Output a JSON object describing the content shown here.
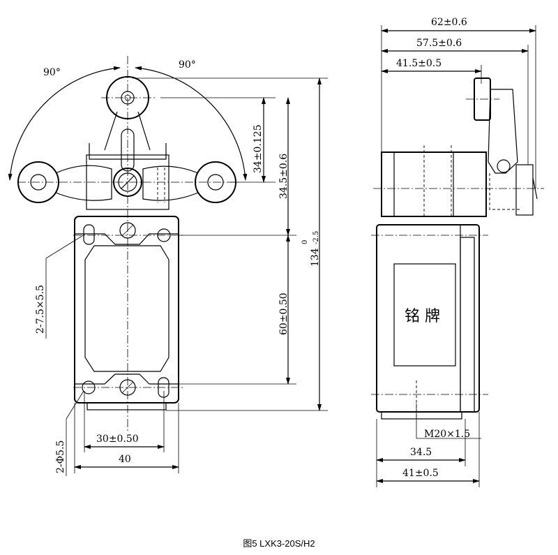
{
  "caption": "图5  LXK3-20S/H2",
  "front_view": {
    "angle_left": "90°",
    "angle_right": "90°",
    "dim_34": "34±0.125",
    "dim_34_5": "34.5±0.6",
    "dim_60": "60±0.50",
    "dim_134_main": "134",
    "dim_134_upper": "0",
    "dim_134_lower": "-2.5",
    "slot_label": "2-7.5×5.5",
    "hole_label": "2-Φ5.5",
    "dim_30": "30±0.50",
    "dim_40": "40"
  },
  "side_view": {
    "dim_62": "62±0.6",
    "dim_57_5": "57.5±0.6",
    "dim_41_5": "41.5±0.5",
    "nameplate": "铭 牌",
    "thread": "M20×1.5",
    "dim_34_5": "34.5",
    "dim_41": "41±0.5"
  }
}
